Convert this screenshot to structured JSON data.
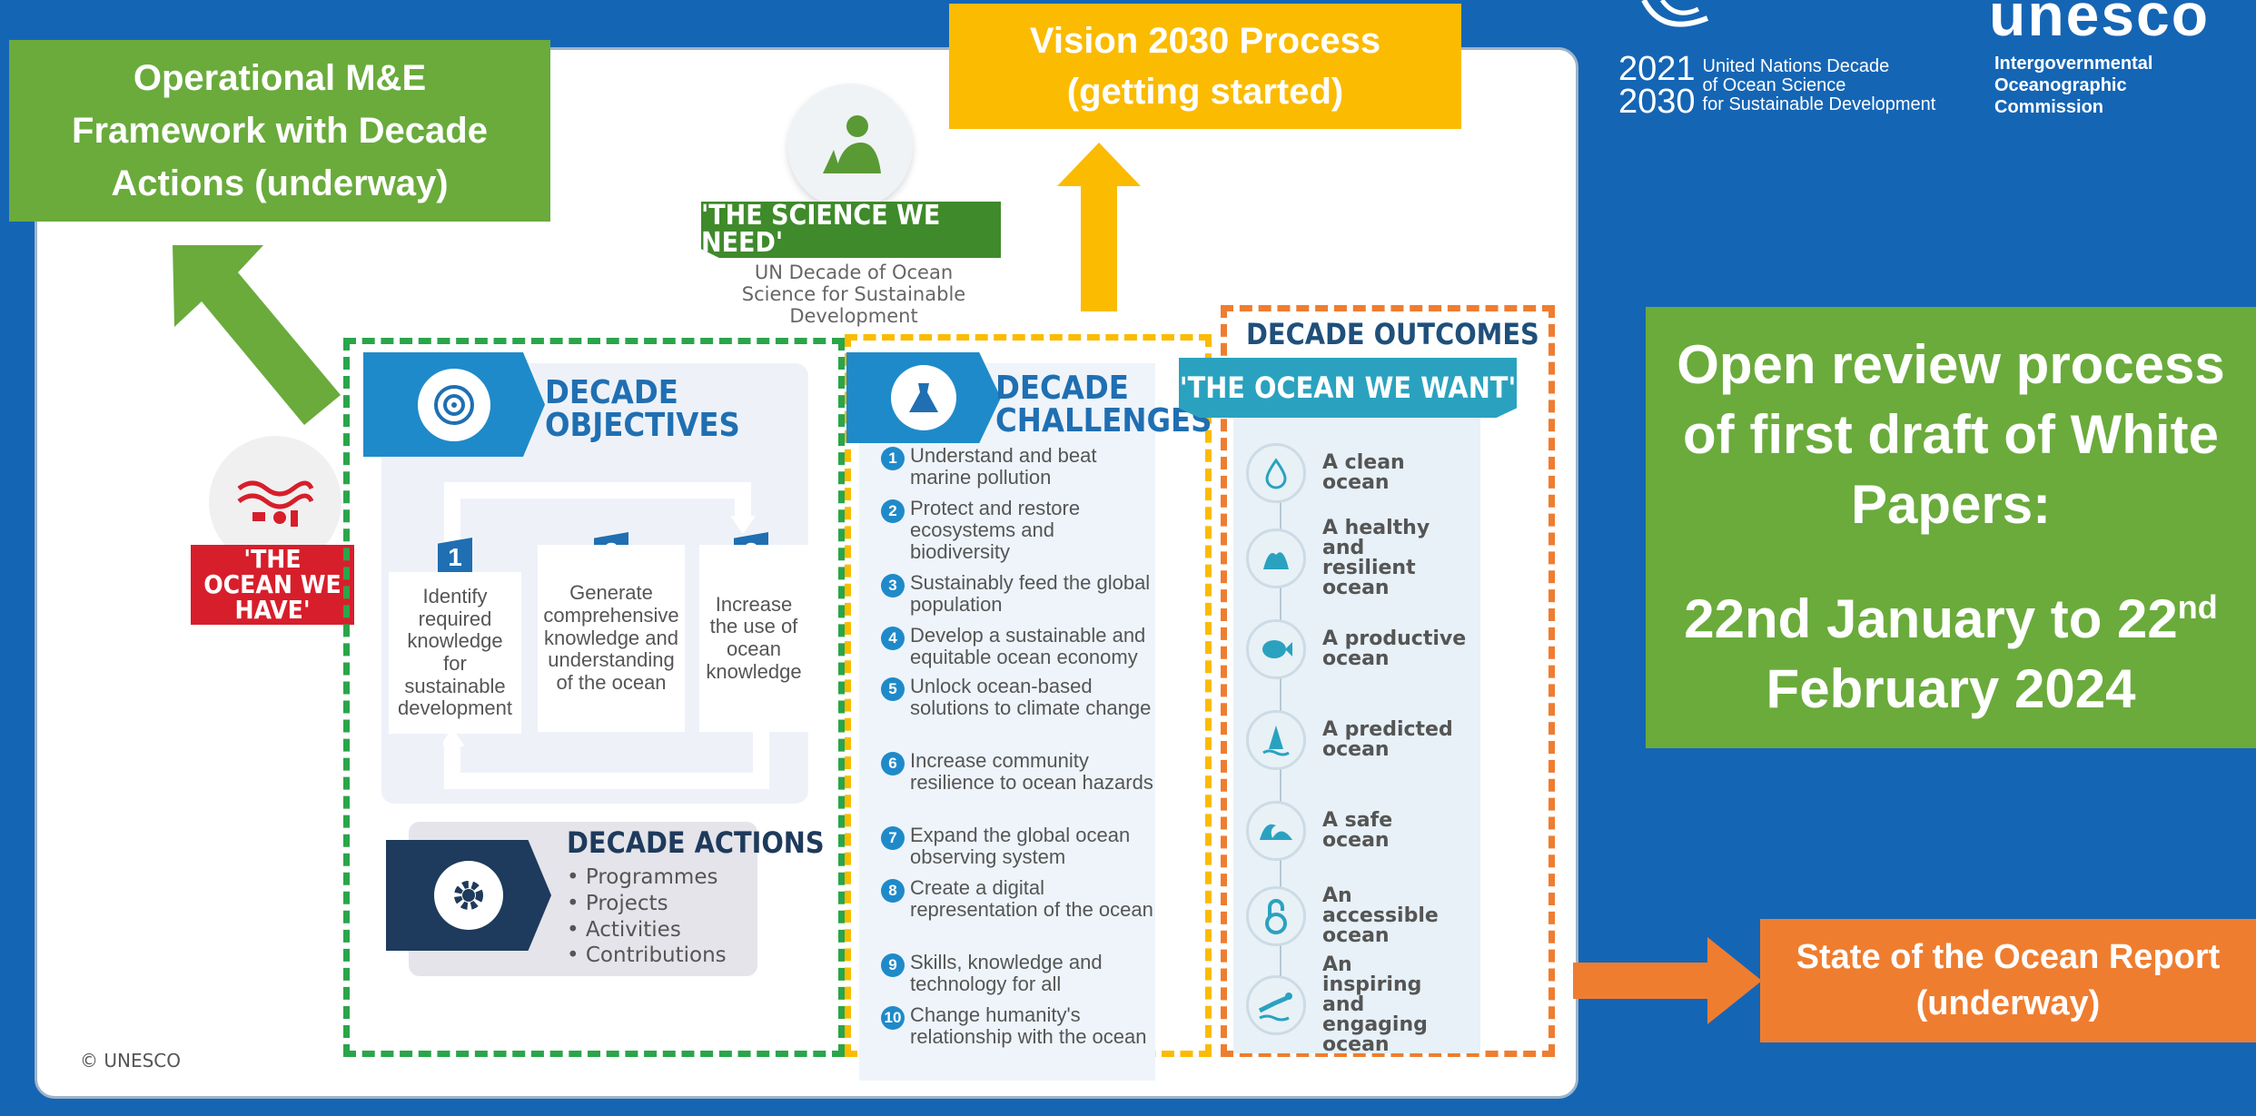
{
  "boxes": {
    "monitoring": "Operational M&E Framework with Decade Actions (underway)",
    "vision": "Vision 2030 Process (getting started)",
    "review_title": "Open review process of first draft of White Papers:",
    "review_date_1": "22nd January to 22",
    "review_sup": "nd",
    "review_date_2": "February 2024",
    "state_report": "State of the Ocean Report (underway)"
  },
  "logo": {
    "year_top": "2021",
    "year_bottom": "2030",
    "line1": "United Nations Decade",
    "line2": "of Ocean Science",
    "line3": "for Sustainable Development",
    "unesco": "unesco",
    "ioc1": "Intergovernmental",
    "ioc2": "Oceanographic",
    "ioc3": "Commission"
  },
  "diagram": {
    "science_banner": "'THE SCIENCE WE NEED'",
    "science_caption": "UN Decade of Ocean Science for Sustainable Development",
    "ocean_have": "'THE OCEAN WE HAVE'",
    "objectives_title": "DECADE OBJECTIVES",
    "objectives": [
      {
        "num": "1",
        "text": "Identify required knowledge for sustainable development"
      },
      {
        "num": "2",
        "text": "Generate comprehensive knowledge and understanding of the ocean"
      },
      {
        "num": "3",
        "text": "Increase the use of ocean knowledge"
      }
    ],
    "actions_title": "DECADE ACTIONS",
    "actions": [
      "• Programmes",
      "• Projects",
      "• Activities",
      "• Contributions"
    ],
    "challenges_title": "DECADE CHALLENGES",
    "challenges": [
      {
        "num": "1",
        "text": "Understand and beat marine pollution"
      },
      {
        "num": "2",
        "text": "Protect and restore ecosystems and biodiversity"
      },
      {
        "num": "3",
        "text": "Sustainably feed the global population"
      },
      {
        "num": "4",
        "text": "Develop a sustainable and equitable ocean economy"
      },
      {
        "num": "5",
        "text": "Unlock ocean-based solutions to climate change"
      },
      {
        "num": "6",
        "text": "Increase community resilience to ocean hazards"
      },
      {
        "num": "7",
        "text": "Expand the global ocean observing system"
      },
      {
        "num": "8",
        "text": "Create a digital representation of the ocean"
      },
      {
        "num": "9",
        "text": "Skills, knowledge and technology for all"
      },
      {
        "num": "10",
        "text": "Change humanity's relationship with the ocean"
      }
    ],
    "outcomes_title": "DECADE OUTCOMES",
    "ocean_want": "'THE OCEAN WE WANT'",
    "outcomes": [
      "A clean ocean",
      "A healthy and resilient ocean",
      "A productive ocean",
      "A predicted ocean",
      "A safe ocean",
      "An accessible ocean",
      "An inspiring and engaging ocean"
    ],
    "copyright": "© UNESCO"
  },
  "colors": {
    "background": "#1565b5",
    "green": "#6aab3c",
    "yellow": "#fbbb00",
    "orange": "#ef7d30",
    "dash_green": "#2aa54a",
    "red": "#d71e2b"
  },
  "icons": [
    "unesco-logo-icon",
    "scientist-icon",
    "target-icon",
    "flask-icon",
    "gear-icon",
    "ocean-debris-icon",
    "water-drop-icon",
    "coral-icon",
    "fish-icon",
    "buoy-icon",
    "wave-icon",
    "open-access-icon",
    "diver-icon"
  ]
}
